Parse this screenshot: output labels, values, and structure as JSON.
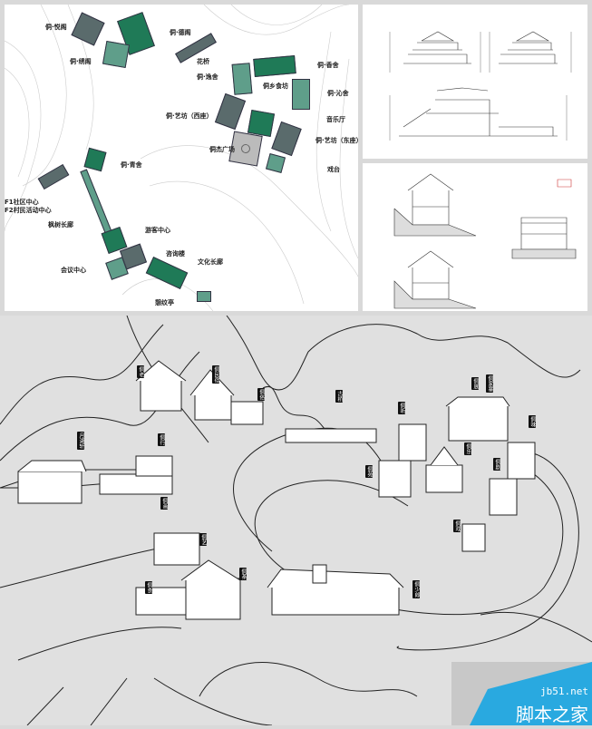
{
  "site_plan": {
    "labels": [
      "侗·悦阁",
      "侗·德阁",
      "侗·绣阁",
      "花桥",
      "侗·逸舍",
      "侗乡食坊",
      "侗·香舍",
      "侗·沁舍",
      "侗·艺坊（西座）",
      "音乐厅",
      "侗·艺坊（东座）",
      "侗杰广场",
      "戏台",
      "侗·青舍",
      "F1社区中心",
      "F2村民活动中心",
      "枫树长廊",
      "游客中心",
      "咨询楼",
      "会议中心",
      "文化长廊",
      "憩纹亭"
    ]
  },
  "perspective": {
    "tags": [
      "侗老",
      "侗民宿",
      "侗俗",
      "古桥",
      "侗听",
      "侗展",
      "侗家寨",
      "侗味",
      "月湖轩",
      "侗行",
      "侗画",
      "侗艺",
      "侗茶",
      "侗食",
      "侗乐",
      "侗剧",
      "侗戏",
      "侗苑",
      "侗少郎",
      "侗韵"
    ]
  },
  "watermark": {
    "url": "jb51.net",
    "name": "脚本之家"
  },
  "colors": {
    "green": "#1f7a57",
    "slate": "#5a6b6c",
    "teal": "#5f9e8a",
    "bg": "#e0e0e0",
    "accent": "#29a9e0"
  }
}
